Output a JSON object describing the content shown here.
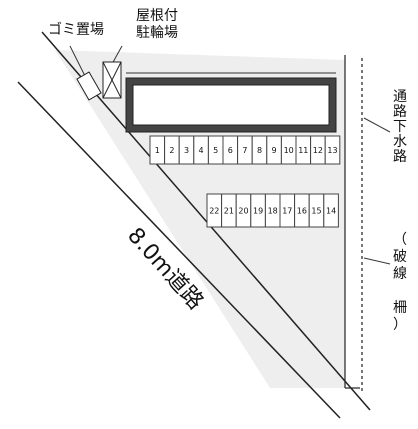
{
  "labels": {
    "garbage": "ゴミ置場",
    "bicycle_line1": "屋根付",
    "bicycle_line2": "駐輪場",
    "road": "8.0m道路",
    "drain": "通路下水路",
    "fence": "（破線　柵）"
  },
  "parking_row_top": [
    "1",
    "2",
    "3",
    "4",
    "5",
    "6",
    "7",
    "8",
    "9",
    "10",
    "11",
    "12",
    "13"
  ],
  "parking_row_bottom": [
    "22",
    "21",
    "20",
    "19",
    "18",
    "17",
    "16",
    "15",
    "14"
  ],
  "colors": {
    "lot_fill": "#eeeeee",
    "line": "#222222",
    "building_border": "#333333",
    "dashed": "#777777"
  }
}
